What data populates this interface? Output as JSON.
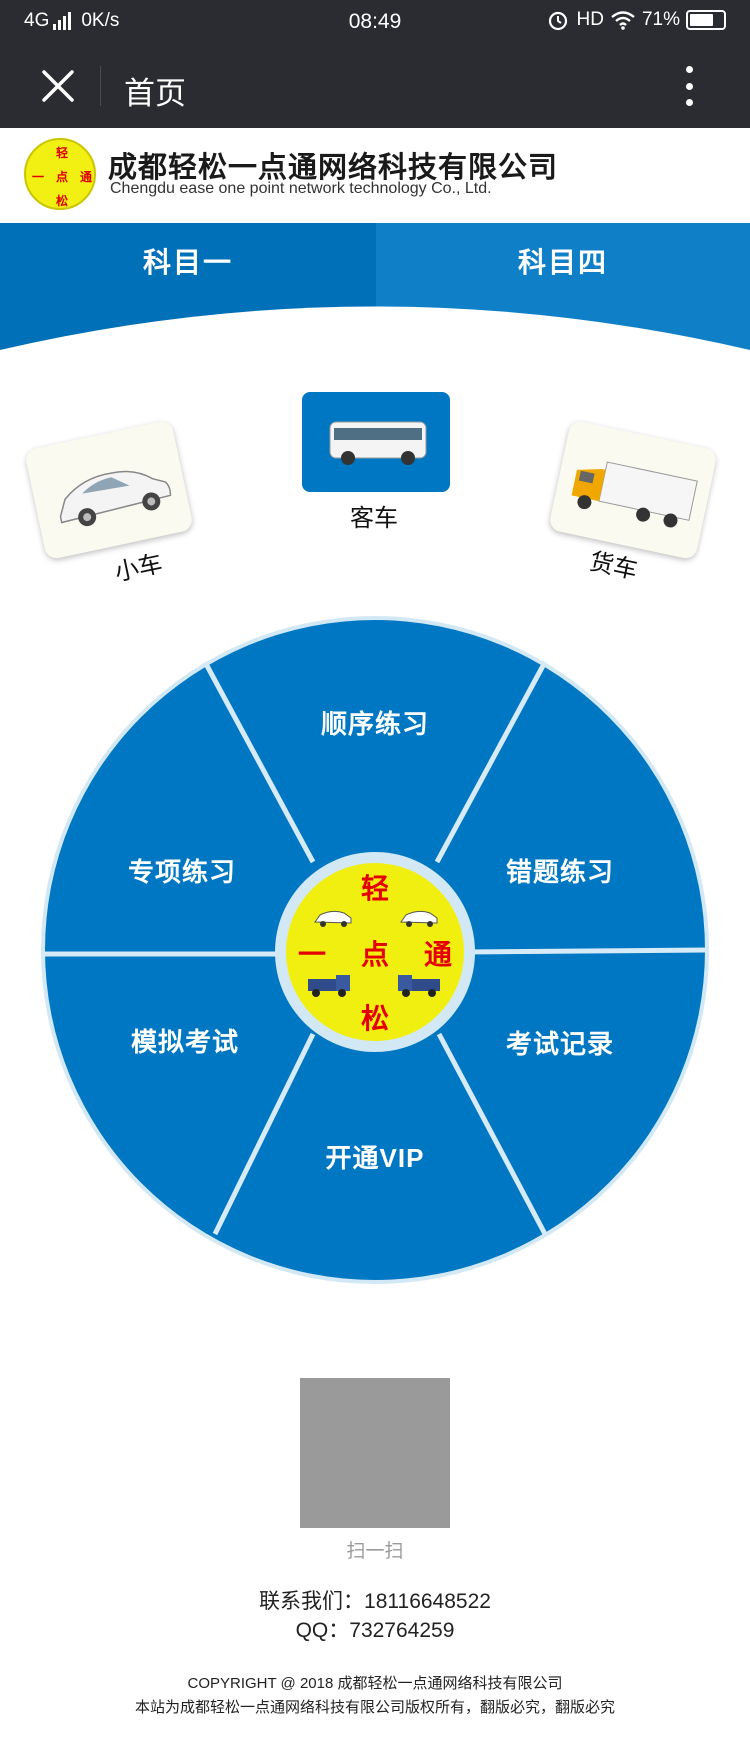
{
  "status_bar": {
    "network": "4G",
    "speed": "0K/s",
    "time": "08:49",
    "hd": "HD",
    "battery": "71%",
    "battery_level": 0.71
  },
  "nav": {
    "title": "首页",
    "close_icon": "close-icon",
    "more_icon": "more-vertical-icon"
  },
  "brand": {
    "name": "成都轻松一点通网络科技有限公司",
    "name_en": "Chengdu ease one point network technology Co., Ltd.",
    "logo_chars": [
      "轻",
      "一",
      "点",
      "通",
      "松"
    ]
  },
  "tabs": [
    {
      "label": "科目一"
    },
    {
      "label": "科目四"
    }
  ],
  "vehicles": [
    {
      "label": "小车",
      "icon": "car-icon"
    },
    {
      "label": "客车",
      "icon": "bus-icon",
      "selected": true
    },
    {
      "label": "货车",
      "icon": "truck-icon"
    }
  ],
  "wheel": {
    "segments": [
      {
        "label": "顺序练习"
      },
      {
        "label": "错题练习"
      },
      {
        "label": "考试记录"
      },
      {
        "label": "开通VIP"
      },
      {
        "label": "模拟考试"
      },
      {
        "label": "专项练习"
      }
    ],
    "hub_chars": [
      "轻",
      "一",
      "点",
      "通",
      "松"
    ]
  },
  "qr": {
    "caption": "扫一扫"
  },
  "contact": {
    "phone": "联系我们：18116648522",
    "qq": "QQ：732764259"
  },
  "footer": {
    "copyright": "COPYRIGHT @ 2018 成都轻松一点通网络科技有限公司",
    "rights": "本站为成都轻松一点通网络科技有限公司版权所有，翻版必究，翻版必究"
  },
  "colors": {
    "primary": "#0070b8",
    "nav_bg": "#2b2c31",
    "hub_yellow": "#f1ef10",
    "hub_text": "#e40000"
  }
}
